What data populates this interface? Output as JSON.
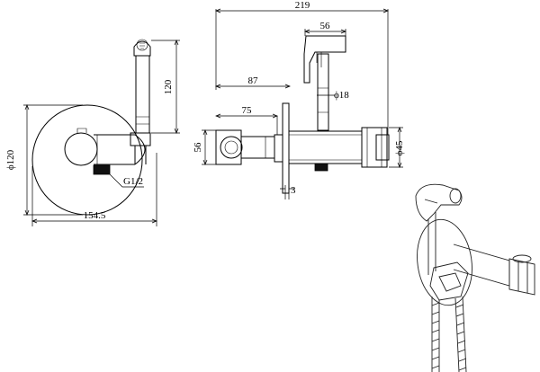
{
  "front_view": {
    "dim_plate_diameter": "ϕ120",
    "dim_hose_length": "120",
    "dim_thread": "G1/2",
    "dim_total_width": "154.5"
  },
  "side_view": {
    "dim_total_length": "219",
    "dim_head_width": "56",
    "dim_pipe_diameter": "ϕ18",
    "dim_depth_outer": "87",
    "dim_depth_inner": "75",
    "dim_height": "56",
    "dim_body_diameter": "ϕ45",
    "dim_plate_thickness": "3"
  }
}
